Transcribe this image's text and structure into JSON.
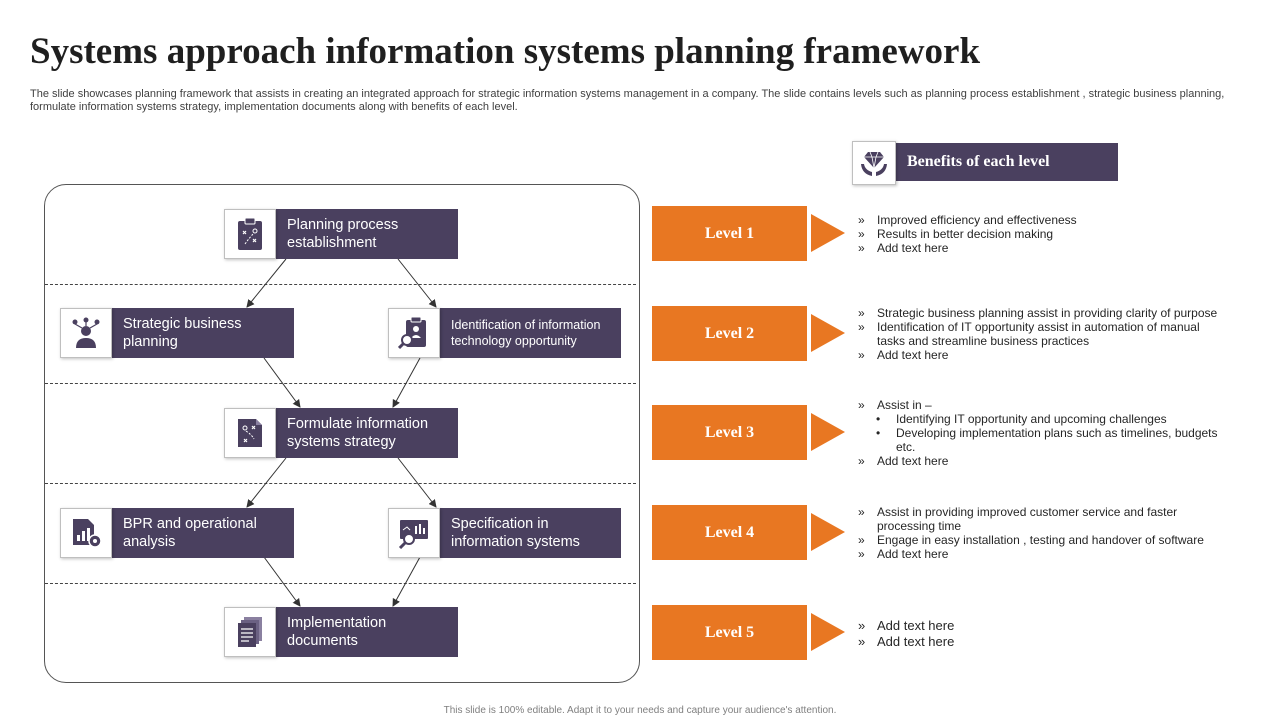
{
  "slide": {
    "title": "Systems approach  information systems planning framework",
    "subtitle": "The slide showcases planning framework that assists in creating an integrated approach for strategic information systems management in a company. The slide contains levels such as planning process establishment , strategic business planning, formulate information systems strategy, implementation documents along with benefits of each level.",
    "footer": "This slide is 100% editable.  Adapt it to your needs and capture your audience's attention."
  },
  "colors": {
    "node_bg": "#4a405f",
    "level_bg": "#e87722",
    "icon_color": "#4a405f"
  },
  "flow": {
    "nodes": [
      {
        "label": "Planning process establishment",
        "icon": "clipboard-strategy-icon"
      },
      {
        "label": "Strategic business planning",
        "icon": "business-network-icon"
      },
      {
        "label": "Identification of information technology opportunity",
        "icon": "clipboard-search-icon"
      },
      {
        "label": "Formulate information systems strategy",
        "icon": "strategy-document-icon"
      },
      {
        "label": "BPR and operational analysis",
        "icon": "report-gear-icon"
      },
      {
        "label": "Specification in information systems",
        "icon": "presentation-search-icon"
      },
      {
        "label": "Implementation documents",
        "icon": "documents-stack-icon"
      }
    ]
  },
  "benefits_header": {
    "label": "Benefits of each level",
    "icon": "hands-diamond-icon"
  },
  "levels": [
    {
      "label": "Level 1",
      "items": [
        "Improved efficiency and effectiveness",
        "Results in better decision making",
        "Add text here"
      ]
    },
    {
      "label": "Level 2",
      "items": [
        "Strategic business planning assist in providing clarity of purpose",
        "Identification of IT opportunity assist in automation of manual tasks and streamline business practices",
        "Add text here"
      ]
    },
    {
      "label": "Level 3",
      "items": [
        "Assist in –",
        "Add text here"
      ],
      "subitems": [
        "Identifying IT opportunity and upcoming challenges",
        "Developing implementation plans such as timelines, budgets etc."
      ]
    },
    {
      "label": "Level 4",
      "items": [
        "Assist in providing improved customer service and faster processing time",
        "Engage in easy installation , testing and handover of software",
        "Add text here"
      ]
    },
    {
      "label": "Level 5",
      "items": [
        "Add text here",
        "Add text here"
      ]
    }
  ]
}
